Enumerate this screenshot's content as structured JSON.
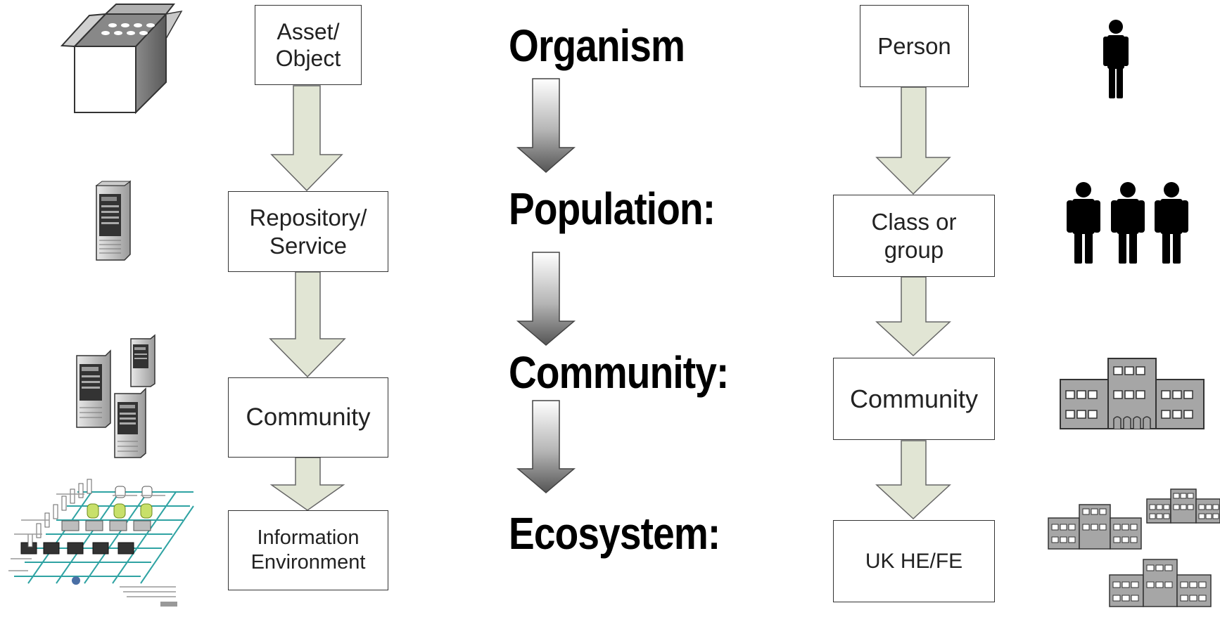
{
  "colors": {
    "box_border": "#333333",
    "hollow_arrow_fill": "#e1e5d4",
    "hollow_arrow_stroke": "#666666",
    "gradient_arrow_top": "#ffffff",
    "gradient_arrow_bottom": "#555555",
    "building_fill": "#a6a6a6",
    "person_fill": "#000000"
  },
  "left_column": {
    "boxes": [
      {
        "id": "asset",
        "text": "Asset/\nObject"
      },
      {
        "id": "repository",
        "text": "Repository/\nService"
      },
      {
        "id": "community",
        "text": "Community"
      },
      {
        "id": "information",
        "text": "Information\nEnvironment"
      }
    ],
    "icons": [
      "open-box-icon",
      "server-icon",
      "server-cluster-icon",
      "network-grid-icon"
    ]
  },
  "center_column": {
    "terms": [
      "Organism",
      "Population:",
      "Community:",
      "Ecosystem:"
    ]
  },
  "right_column": {
    "boxes": [
      {
        "id": "person",
        "text": "Person"
      },
      {
        "id": "class",
        "text": "Class or\ngroup"
      },
      {
        "id": "community",
        "text": "Community"
      },
      {
        "id": "ukhefe",
        "text": "UK HE/FE"
      }
    ],
    "icons": [
      "person-icon",
      "group-of-people-icon",
      "building-icon",
      "buildings-cluster-icon"
    ]
  }
}
